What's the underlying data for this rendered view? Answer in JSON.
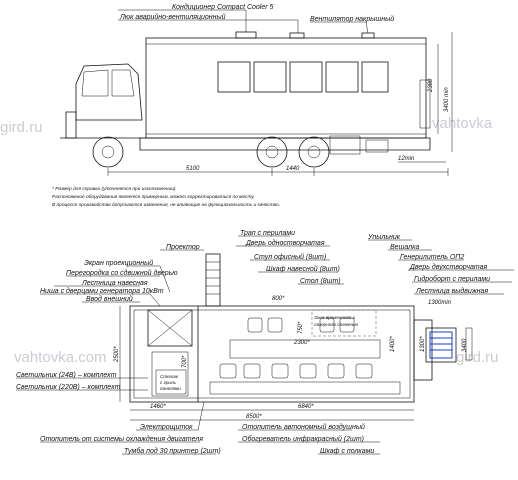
{
  "watermarks": {
    "top_left": "gird.ru",
    "top_right": "vahtovka",
    "bottom_left": "vahtovka.com",
    "bottom_right": "gird.ru"
  },
  "side_view": {
    "callouts": {
      "conditioner": "Кондиционер Compact Cooler 5",
      "hatch": "Люк аварийно-вентиляционный",
      "fan": "Вентилятор накрышный"
    },
    "dims": {
      "total_length": "5100",
      "rear_overhang": "1440",
      "body_height": "2380",
      "overall_height": "3400 min",
      "clearance": "12min"
    }
  },
  "notes": [
    "* Размер для справки (уточняется при изготовлении)",
    "Расположение оборудования является примерным, может корректироваться по месту.",
    "В процессе производства допускаются изменения, не влияющие на функциональность и качество."
  ],
  "plan_view": {
    "left_callouts": {
      "frame": "Проектор",
      "screen": "Экран проекционный",
      "partition": "Перегородка со сдвижной дверью",
      "ladder": "Лестница навесная",
      "niche": "Ниша с дверцами генератора 10кВт",
      "input": "Ввод внешний",
      "lamp24": "Светильник (24В) – комплект",
      "lamp220": "Светильник (220В) – комплект"
    },
    "top_callouts": {
      "step": "Трап с перилами",
      "door": "Дверь одностворчатая",
      "chair": "Стул офисный (8шт)",
      "cabinet": "Шкаф навесной (8шт)",
      "table": "Стол (8шт)"
    },
    "right_callouts": {
      "handrail": "Упыльник",
      "hanger": "Вешалка",
      "generator": "Генерилитель ОП2",
      "door2": "Дверь двухстворчатая",
      "board": "Гидроборт с перилами",
      "ladder2": "Лестница выдвижная"
    },
    "bottom_callouts": {
      "heater_engine": "Отопитель от системы охлаждения двигателя",
      "tumba": "Тумба под 30 принтер (2шт)",
      "heater_air": "Отопитель автономный воздушный",
      "heater_ir": "Обогреватель инфракрасный (2шт)",
      "shelf": "Шкаф с полками",
      "electrical": "Электрощиток"
    },
    "zone_label_1": "Зона временного и",
    "zone_label_2": "лазерного слежения",
    "box_label": [
      "Стелаж",
      "с гриль",
      "панелями"
    ],
    "dims": {
      "d1460": "1460*",
      "d8500": "8500*",
      "d6840": "6840*",
      "d2500": "2500*",
      "d2300": "2300*",
      "d800": "800*",
      "d750": "750*",
      "d700": "700*",
      "d1300": "1300min",
      "d3400": "3400",
      "d1300b": "1300*",
      "d1400": "1400*"
    }
  }
}
